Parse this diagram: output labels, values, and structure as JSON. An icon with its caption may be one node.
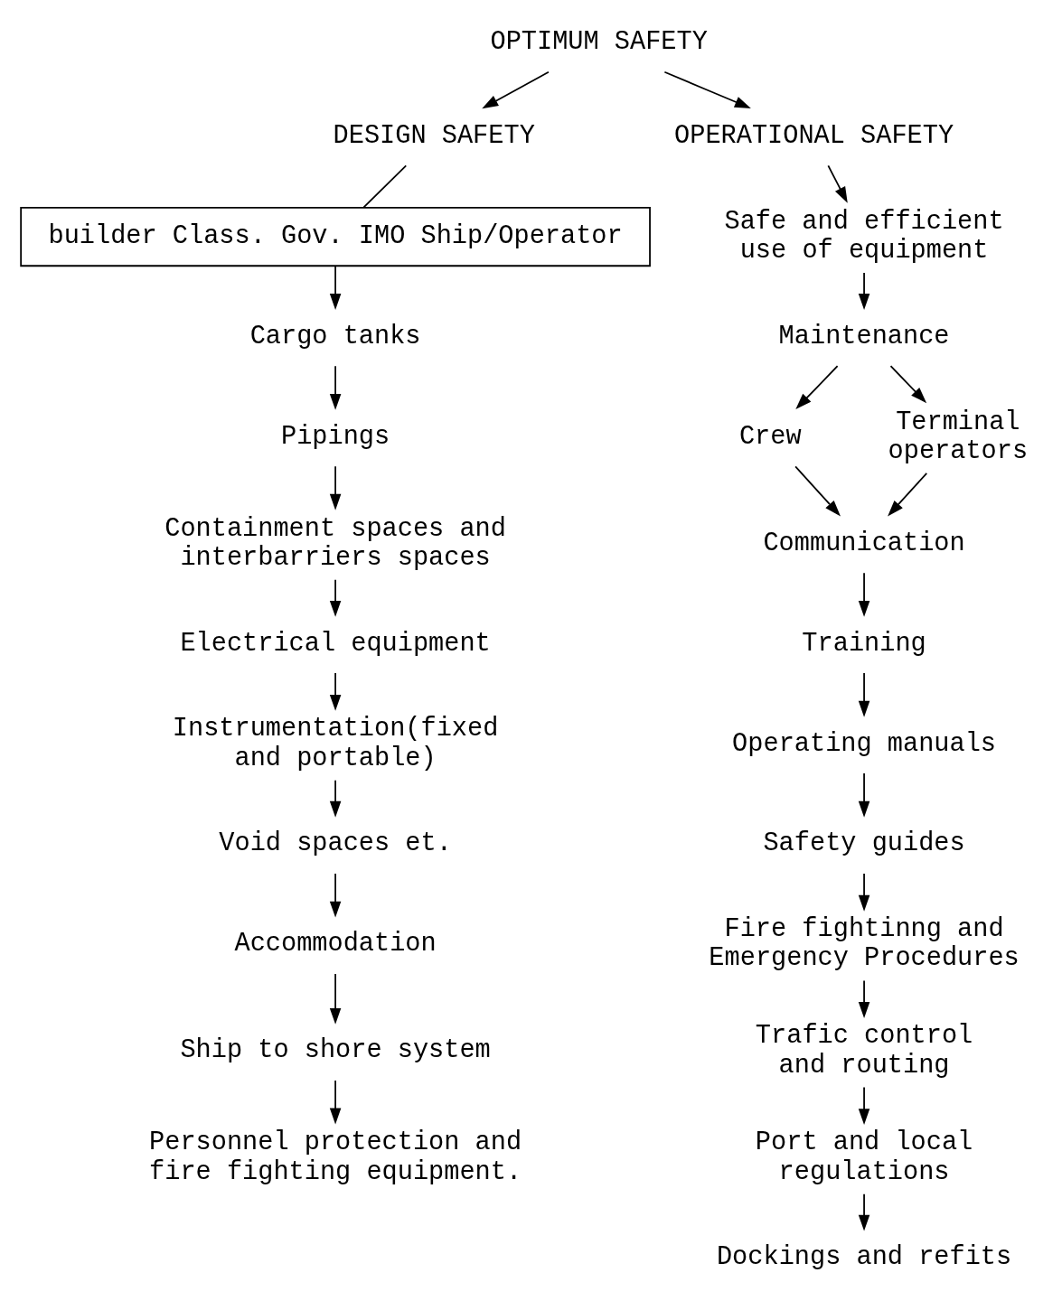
{
  "diagram": {
    "nodes": [
      {
        "text": [
          "OPTIMUM SAFETY"
        ]
      },
      {
        "text": [
          "DESIGN SAFETY"
        ]
      },
      {
        "text": [
          "OPERATIONAL SAFETY"
        ]
      },
      {
        "text": [
          "builder Class. Gov. IMO Ship/Operator"
        ]
      },
      {
        "text": [
          "Cargo tanks"
        ]
      },
      {
        "text": [
          "Pipings"
        ]
      },
      {
        "text": [
          "Containment spaces and interbarriers spaces"
        ]
      },
      {
        "text": [
          "Electrical equipment"
        ]
      },
      {
        "text": [
          "Instrumentation(fixed and portable)"
        ]
      },
      {
        "text": [
          "Void spaces et."
        ]
      },
      {
        "text": [
          "Accommodation"
        ]
      },
      {
        "text": [
          "Ship to shore system"
        ]
      },
      {
        "text": [
          "Personnel protection and fire fighting equipment."
        ]
      },
      {
        "text": [
          "Safe and efficient use of equipment"
        ]
      },
      {
        "text": [
          "Maintenance"
        ]
      },
      {
        "text": [
          "Crew"
        ]
      },
      {
        "text": [
          "Terminal operators"
        ]
      },
      {
        "text": [
          "Communication"
        ]
      },
      {
        "text": [
          "Training"
        ]
      },
      {
        "text": [
          "Operating manuals"
        ]
      },
      {
        "text": [
          "Safety guides"
        ]
      },
      {
        "text": [
          "Fire fightinng and Emergency Procedures"
        ]
      },
      {
        "text": [
          "Trafic control and routing"
        ]
      },
      {
        "text": [
          "Port and local regulations"
        ]
      },
      {
        "text": [
          "Dockings and refits"
        ]
      }
    ],
    "edges": [
      {
        "from": 0,
        "to": 1,
        "arrow": "to"
      },
      {
        "from": 0,
        "to": 2,
        "arrow": "to"
      },
      {
        "from": 1,
        "to": 3,
        "arrow": "none"
      },
      {
        "from": 3,
        "to": 4,
        "arrow": "to"
      },
      {
        "from": 4,
        "to": 5,
        "arrow": "to"
      },
      {
        "from": 5,
        "to": 6,
        "arrow": "to"
      },
      {
        "from": 6,
        "to": 7,
        "arrow": "to"
      },
      {
        "from": 7,
        "to": 8,
        "arrow": "to"
      },
      {
        "from": 8,
        "to": 9,
        "arrow": "to"
      },
      {
        "from": 9,
        "to": 10,
        "arrow": "to"
      },
      {
        "from": 10,
        "to": 11,
        "arrow": "to"
      },
      {
        "from": 11,
        "to": 12,
        "arrow": "to"
      },
      {
        "from": 2,
        "to": 13,
        "arrow": "to"
      },
      {
        "from": 13,
        "to": 14,
        "arrow": "to"
      },
      {
        "from": 14,
        "to": 15,
        "arrow": "to"
      },
      {
        "from": 14,
        "to": 16,
        "arrow": "to"
      },
      {
        "from": 15,
        "to": 17,
        "arrow": "to"
      },
      {
        "from": 16,
        "to": 17,
        "arrow": "to"
      },
      {
        "from": 17,
        "to": 18,
        "arrow": "to"
      },
      {
        "from": 18,
        "to": 19,
        "arrow": "to"
      },
      {
        "from": 19,
        "to": 20,
        "arrow": "to"
      },
      {
        "from": 20,
        "to": 21,
        "arrow": "to"
      },
      {
        "from": 21,
        "to": 22,
        "arrow": "to"
      },
      {
        "from": 22,
        "to": 23,
        "arrow": "to"
      },
      {
        "from": 23,
        "to": 24,
        "arrow": "to"
      }
    ]
  }
}
